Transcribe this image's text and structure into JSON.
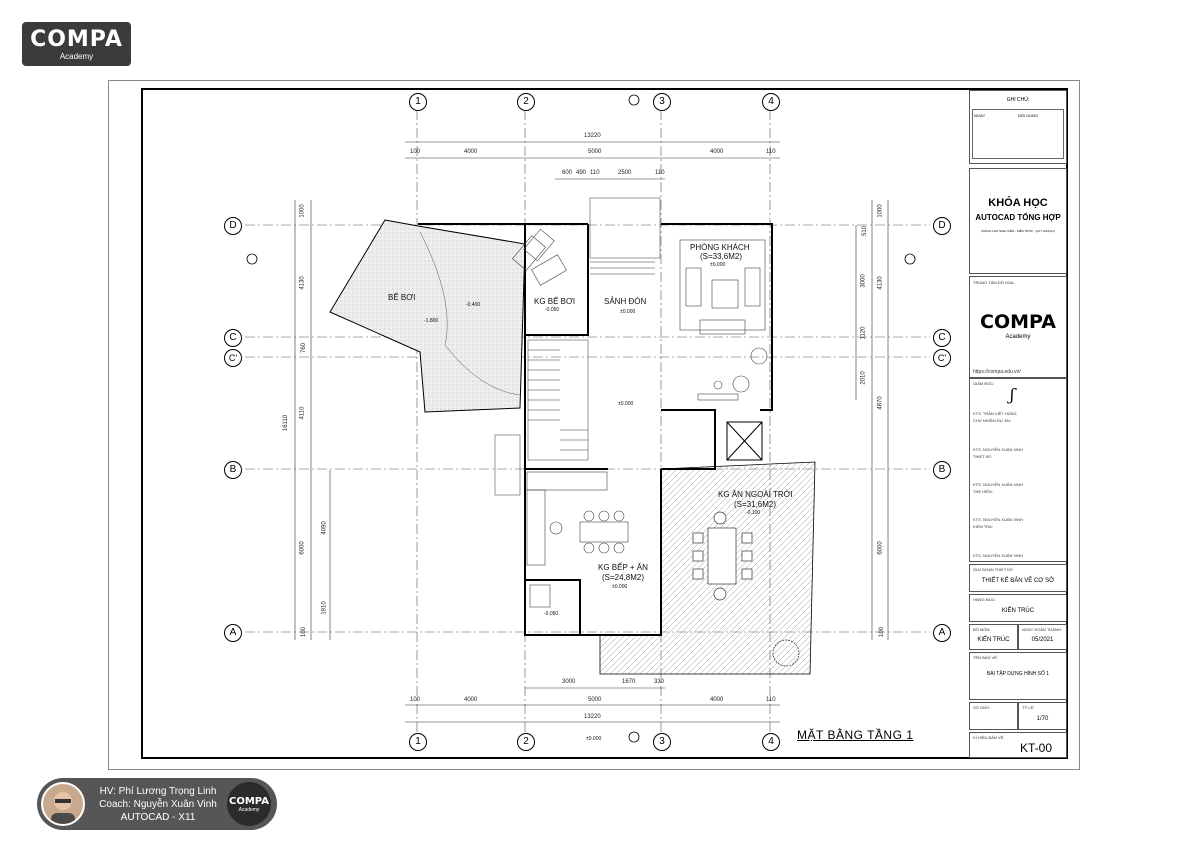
{
  "header_logo": {
    "brand": "COMPA",
    "sub": "Academy"
  },
  "grid_labels": {
    "columns": [
      "1",
      "2",
      "3",
      "4"
    ],
    "rows_left": [
      "D",
      "C",
      "C'",
      "B",
      "A"
    ],
    "rows_right": [
      "D",
      "C",
      "C'",
      "B",
      "A"
    ]
  },
  "dimensions": {
    "top_total": "13220",
    "top_spans": [
      "100",
      "4000",
      "5000",
      "4000",
      "110"
    ],
    "top_detail": [
      "600",
      "490",
      "110",
      "2500",
      "110"
    ],
    "bottom_total": "13220",
    "bottom_spans": [
      "100",
      "4000",
      "5000",
      "4000",
      "110"
    ],
    "bottom_detail": [
      "3000",
      "1670",
      "330"
    ],
    "left_outer": [
      "1000",
      "4130",
      "760",
      "4110",
      "6000",
      "100"
    ],
    "left_total": "16110",
    "left_inner": [
      "4090",
      "1910"
    ],
    "right_outer": [
      "1000",
      "4130",
      "4870",
      "6000",
      "100"
    ],
    "right_inner": [
      "510",
      "3000",
      "1120",
      "2010"
    ]
  },
  "rooms": {
    "pool": "BỂ BƠI",
    "pool_level_1": "-0.400",
    "pool_level_2": "-1.800",
    "pool_space": "KG BỂ BƠI",
    "pool_space_level": "-0.050",
    "lobby": "SẢNH ĐÓN",
    "lobby_level": "±0.000",
    "living": "PHÒNG KHÁCH",
    "living_area": "(S=33,6M2)",
    "living_level": "±0.000",
    "hall_level": "±0.000",
    "kitchen": "KG BẾP + ĂN",
    "kitchen_area": "(S=24,8M2)",
    "kitchen_level": "±0.000",
    "wc_level": "-0.050",
    "outdoor": "KG ĂN NGOÀI TRỜI",
    "outdoor_area": "(S=31,6M2)",
    "outdoor_level": "-0.100",
    "bottom_level": "±0.000"
  },
  "drawing_title": "MẶT BẰNG TẦNG 1",
  "title_block": {
    "notes_header": "GHI CHÚ:",
    "notes_col_date": "NGÀY",
    "notes_col_content": "NỘI DUNG",
    "course_title_1": "KHÓA HỌC",
    "course_title_2": "AUTOCAD TỔNG HỢP",
    "course_sub": "(DÀNH CHO SINH VIÊN - KIẾN TRÚC - QUY HOẠCH)",
    "center_label": "TRUNG TÂM ĐỒ HỌA:",
    "logo_brand": "COMPA",
    "logo_sub": "Academy",
    "website": "https://compa.edu.vn/",
    "director_role": "GIÁM ĐỐC:",
    "director_name": "KTS. TRẦN VIỆT HÙNG",
    "manager_role": "CHỦ NHIỆM DỰ ÁN:",
    "manager_name": "KTS. NGUYỄN XUÂN VINH",
    "design_role": "THIẾT KẾ:",
    "design_name": "KTS. NGUYỄN XUÂN VINH",
    "draw_role": "THỂ HIỆN:",
    "draw_name": "KTS. NGUYỄN XUÂN VINH",
    "check_role": "KIỂM TRA:",
    "check_name": "KTS. NGUYỄN XUÂN VINH",
    "phase_label": "GIAI ĐOẠN THIẾT KẾ:",
    "phase_value": "THIẾT KẾ BẢN VẼ CƠ SỞ",
    "category_label": "HẠNG MỤC:",
    "category_value": "KIẾN TRÚC",
    "dept_label": "BỘ MÔN:",
    "dept_value": "KIẾN TRÚC",
    "date_label": "NGÀY HOÀN THÀNH:",
    "date_value": "05/2021",
    "sheet_name_label": "TÊN BẢN VẼ:",
    "sheet_name_value": "BÀI TẬP DỰNG HÌNH SỐ 1",
    "sheet_count_label": "SỐ GIẤY:",
    "scale_label": "TỶ LỆ:",
    "scale_value": "1/70",
    "code_label": "KÍ HIỆU BẢN VẼ:",
    "code_value": "KT-00"
  },
  "footer": {
    "student": "HV: Phí Lương Trọng Linh",
    "coach": "Coach: Nguyễn Xuân Vinh",
    "course": "AUTOCAD - X11",
    "badge_brand": "COMPA",
    "badge_sub": "Academy"
  }
}
